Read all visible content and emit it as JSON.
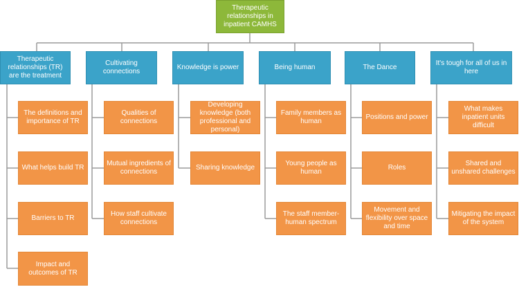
{
  "colors": {
    "root": "#8db83a",
    "header": "#3ba3c9",
    "leaf": "#f29547",
    "connector": "#9a9a9a",
    "text": "#ffffff"
  },
  "root": {
    "label": "Therapeutic relationships in inpatient CAMHS"
  },
  "themes": [
    {
      "label": "Therapeutic relationships (TR) are the treatment",
      "subthemes": [
        "The definitions and importance of TR",
        "What helps build TR",
        "Barriers to TR",
        "Impact and outcomes of TR"
      ]
    },
    {
      "label": "Cultivating connections",
      "subthemes": [
        "Qualities of connections",
        "Mutual ingredients of connections",
        "How staff cultivate connections"
      ]
    },
    {
      "label": "Knowledge is power",
      "subthemes": [
        "Developing knowledge (both professional and personal)",
        "Sharing knowledge"
      ]
    },
    {
      "label": "Being human",
      "subthemes": [
        "Family members as human",
        "Young people as human",
        "The staff member-human spectrum"
      ]
    },
    {
      "label": "The Dance",
      "subthemes": [
        "Positions and power",
        "Roles",
        "Movement and flexibility over space and time"
      ]
    },
    {
      "label": "It's tough for all of us in here",
      "subthemes": [
        "What makes inpatient units difficult",
        "Shared and unshared challenges",
        "Mitigating the impact of the system"
      ]
    }
  ]
}
